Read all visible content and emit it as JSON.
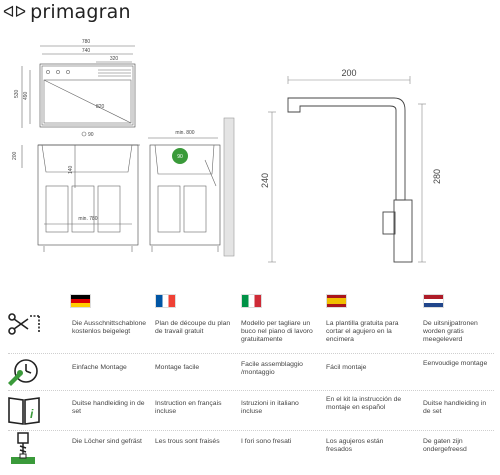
{
  "brand": {
    "logo_mark": "ᐊᐅ",
    "name": "primagran"
  },
  "top_view": {
    "dims": [
      "780",
      "740",
      "320",
      "530",
      "490",
      "820",
      "90"
    ]
  },
  "side_view": {
    "dims": [
      "200",
      "140",
      "min. 780"
    ]
  },
  "cabinet_view": {
    "dims": [
      "min. 800",
      "90"
    ]
  },
  "faucet_view": {
    "dims": [
      "200",
      "240",
      "280"
    ]
  },
  "flags": [
    "de",
    "fr",
    "it",
    "es",
    "nl"
  ],
  "rows": [
    {
      "icon": "scissors-template-icon",
      "cells": [
        "Die Ausschnittschablone kostenlos beigelegt",
        "Plan de découpe du plan de travail gratuit",
        "Modello per tagliare un buco nel piano di lavoro gratuitamente",
        "La plantilla gratuita para cortar el agujero en la encimera",
        "De uitsnijpatronen worden gratis meegeleverd"
      ]
    },
    {
      "icon": "wrench-clock-icon",
      "cells": [
        "Einfache Montage",
        "Montage facile",
        "Facile assemblaggio /montaggio",
        "Fácil montaje",
        "Eenvoudige montage"
      ]
    },
    {
      "icon": "manual-book-icon",
      "cells": [
        "Duitse handleiding in de set",
        "Instruction en français incluse",
        "Istruzioni in italiano incluse",
        "En el kit la instrucción de montaje en español",
        "Duitse handleiding in de set"
      ]
    },
    {
      "icon": "drill-holes-icon",
      "cells": [
        "Die Löcher sind gefräst",
        "Les trous sont fraisés",
        "I fori sono fresati",
        "Los agujeros están fresados",
        "De gaten zijn ondergefreesd"
      ]
    }
  ],
  "colors": {
    "accent_green": "#3a9a3a",
    "line": "#555555"
  }
}
